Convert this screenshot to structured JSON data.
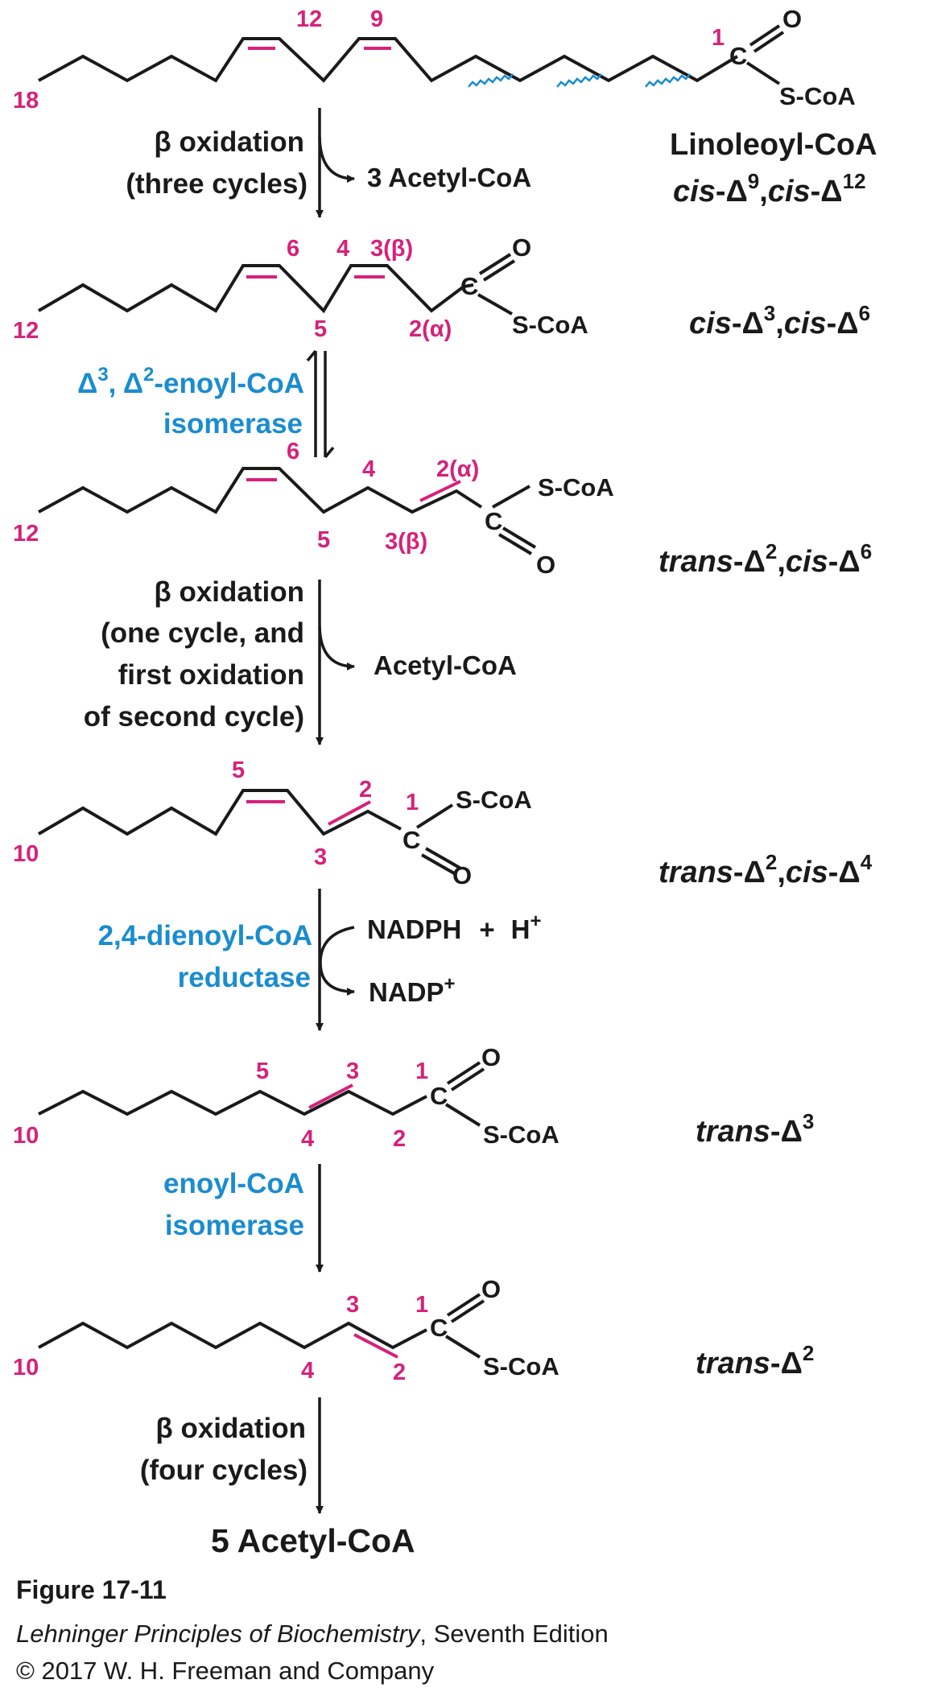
{
  "molecules": {
    "m1": {
      "carbon_end": "18",
      "pos_12": "12",
      "pos_9": "9",
      "pos_1": "1",
      "carbon": "C",
      "oxygen": "O",
      "thioester": "S-CoA",
      "name": "Linoleoyl-CoA",
      "name_line2_prefix": "cis",
      "name_line2_sup1": "9",
      "name_line2_mid": "cis",
      "name_line2_sup2": "12"
    },
    "m2": {
      "carbon_end": "12",
      "pos_6": "6",
      "pos_4": "4",
      "pos_3b": "3(β)",
      "pos_5": "5",
      "pos_2a": "2(α)",
      "carbon": "C",
      "oxygen": "O",
      "thioester": "S-CoA",
      "name_prefix": "cis",
      "name_sup1": "3",
      "name_mid": "cis",
      "name_sup2": "6"
    },
    "m3": {
      "carbon_end": "12",
      "pos_6": "6",
      "pos_4": "4",
      "pos_2a": "2(α)",
      "pos_5": "5",
      "pos_3b": "3(β)",
      "carbon": "C",
      "oxygen": "O",
      "thioester": "S-CoA",
      "name_prefix": "trans",
      "name_sup1": "2",
      "name_mid": "cis",
      "name_sup2": "6"
    },
    "m4": {
      "carbon_end": "10",
      "pos_5": "5",
      "pos_2": "2",
      "pos_1": "1",
      "pos_3": "3",
      "carbon": "C",
      "oxygen": "O",
      "thioester": "S-CoA",
      "name_prefix": "trans",
      "name_sup1": "2",
      "name_mid": "cis",
      "name_sup2": "4"
    },
    "m5": {
      "carbon_end": "10",
      "pos_5": "5",
      "pos_3": "3",
      "pos_1": "1",
      "pos_4": "4",
      "pos_2": "2",
      "carbon": "C",
      "oxygen": "O",
      "thioester": "S-CoA",
      "name_prefix": "trans",
      "name_sup1": "3"
    },
    "m6": {
      "carbon_end": "10",
      "pos_3": "3",
      "pos_1": "1",
      "pos_4": "4",
      "pos_2": "2",
      "carbon": "C",
      "oxygen": "O",
      "thioester": "S-CoA",
      "name_prefix": "trans",
      "name_sup1": "2"
    }
  },
  "steps": {
    "s1": {
      "line1": "β oxidation",
      "line2": "(three cycles)",
      "product": "3 Acetyl-CoA"
    },
    "s2": {
      "enzyme_line1_a": "Δ",
      "enzyme_sup_a": "3",
      "enzyme_line1_b": ", Δ",
      "enzyme_sup_b": "2",
      "enzyme_line1_c": "-enoyl-CoA",
      "enzyme_line2": "isomerase"
    },
    "s3": {
      "line1": "β oxidation",
      "line2": "(one cycle, and",
      "line3": "first oxidation",
      "line4": "of second cycle)",
      "product": "Acetyl-CoA"
    },
    "s4": {
      "enzyme_line1": "2,4-dienoyl-CoA",
      "enzyme_line2": "reductase",
      "in1": "NADPH",
      "plus": "+",
      "in2": "H",
      "in2_sup": "+",
      "out": "NADP",
      "out_sup": "+"
    },
    "s5": {
      "enzyme_line1": "enoyl-CoA",
      "enzyme_line2": "isomerase"
    },
    "s6": {
      "line1": "β oxidation",
      "line2": "(four cycles)"
    }
  },
  "final_product": "5 Acetyl-CoA",
  "caption": {
    "figure": "Figure 17-11",
    "book_title": "Lehninger Principles of Biochemistry",
    "edition": ", Seventh Edition",
    "copyright": "© 2017 W. H. Freeman and Company"
  },
  "colors": {
    "black": "#1a1a1a",
    "magenta": "#d6217a",
    "blue": "#1a8ccf"
  }
}
